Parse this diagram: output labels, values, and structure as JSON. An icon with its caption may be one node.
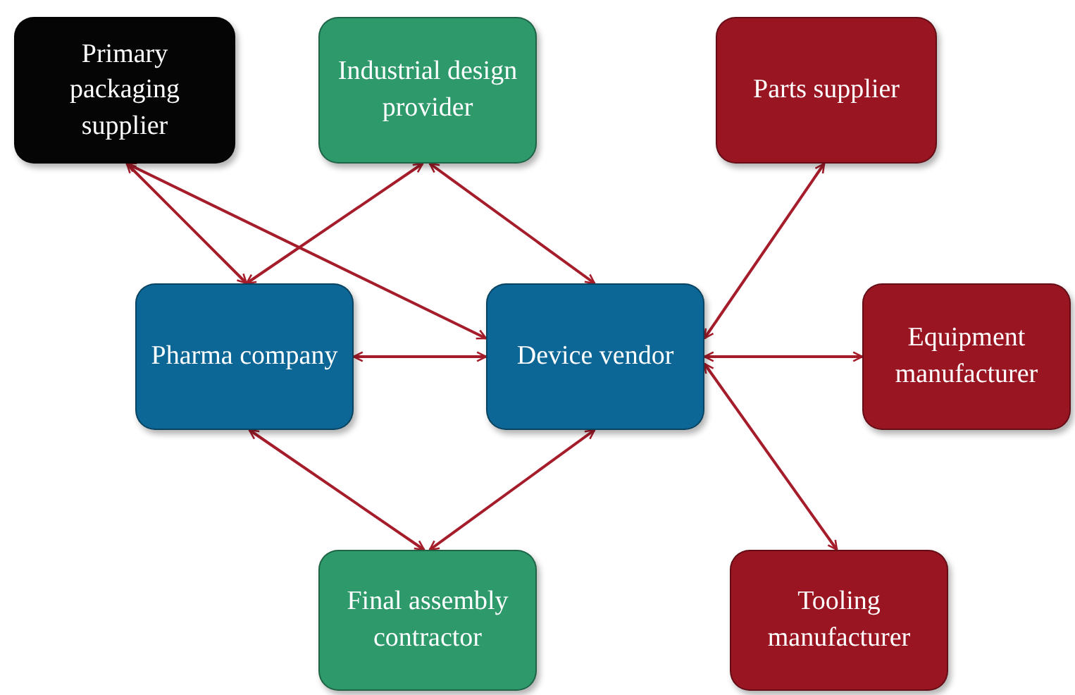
{
  "diagram": {
    "nodes": [
      {
        "text": [
          "Primary packaging supplier"
        ]
      },
      {
        "text": [
          "Industrial design provider"
        ]
      },
      {
        "text": [
          "Parts supplier"
        ]
      },
      {
        "text": [
          "Pharma company"
        ]
      },
      {
        "text": [
          "Device vendor"
        ]
      },
      {
        "text": [
          "Equipment manufacturer"
        ]
      },
      {
        "text": [
          "Final assembly contractor"
        ]
      },
      {
        "text": [
          "Tooling manufacturer"
        ]
      }
    ],
    "edges": [
      {
        "from": 0,
        "to": 3,
        "arrow": "both"
      },
      {
        "from": 0,
        "to": 4,
        "arrow": "both"
      },
      {
        "from": 1,
        "to": 3,
        "arrow": "both"
      },
      {
        "from": 1,
        "to": 4,
        "arrow": "both"
      },
      {
        "from": 3,
        "to": 4,
        "arrow": "both"
      },
      {
        "from": 4,
        "to": 2,
        "arrow": "both"
      },
      {
        "from": 4,
        "to": 5,
        "arrow": "both"
      },
      {
        "from": 4,
        "to": 7,
        "arrow": "both"
      },
      {
        "from": 3,
        "to": 6,
        "arrow": "both"
      },
      {
        "from": 4,
        "to": 6,
        "arrow": "both"
      }
    ]
  }
}
